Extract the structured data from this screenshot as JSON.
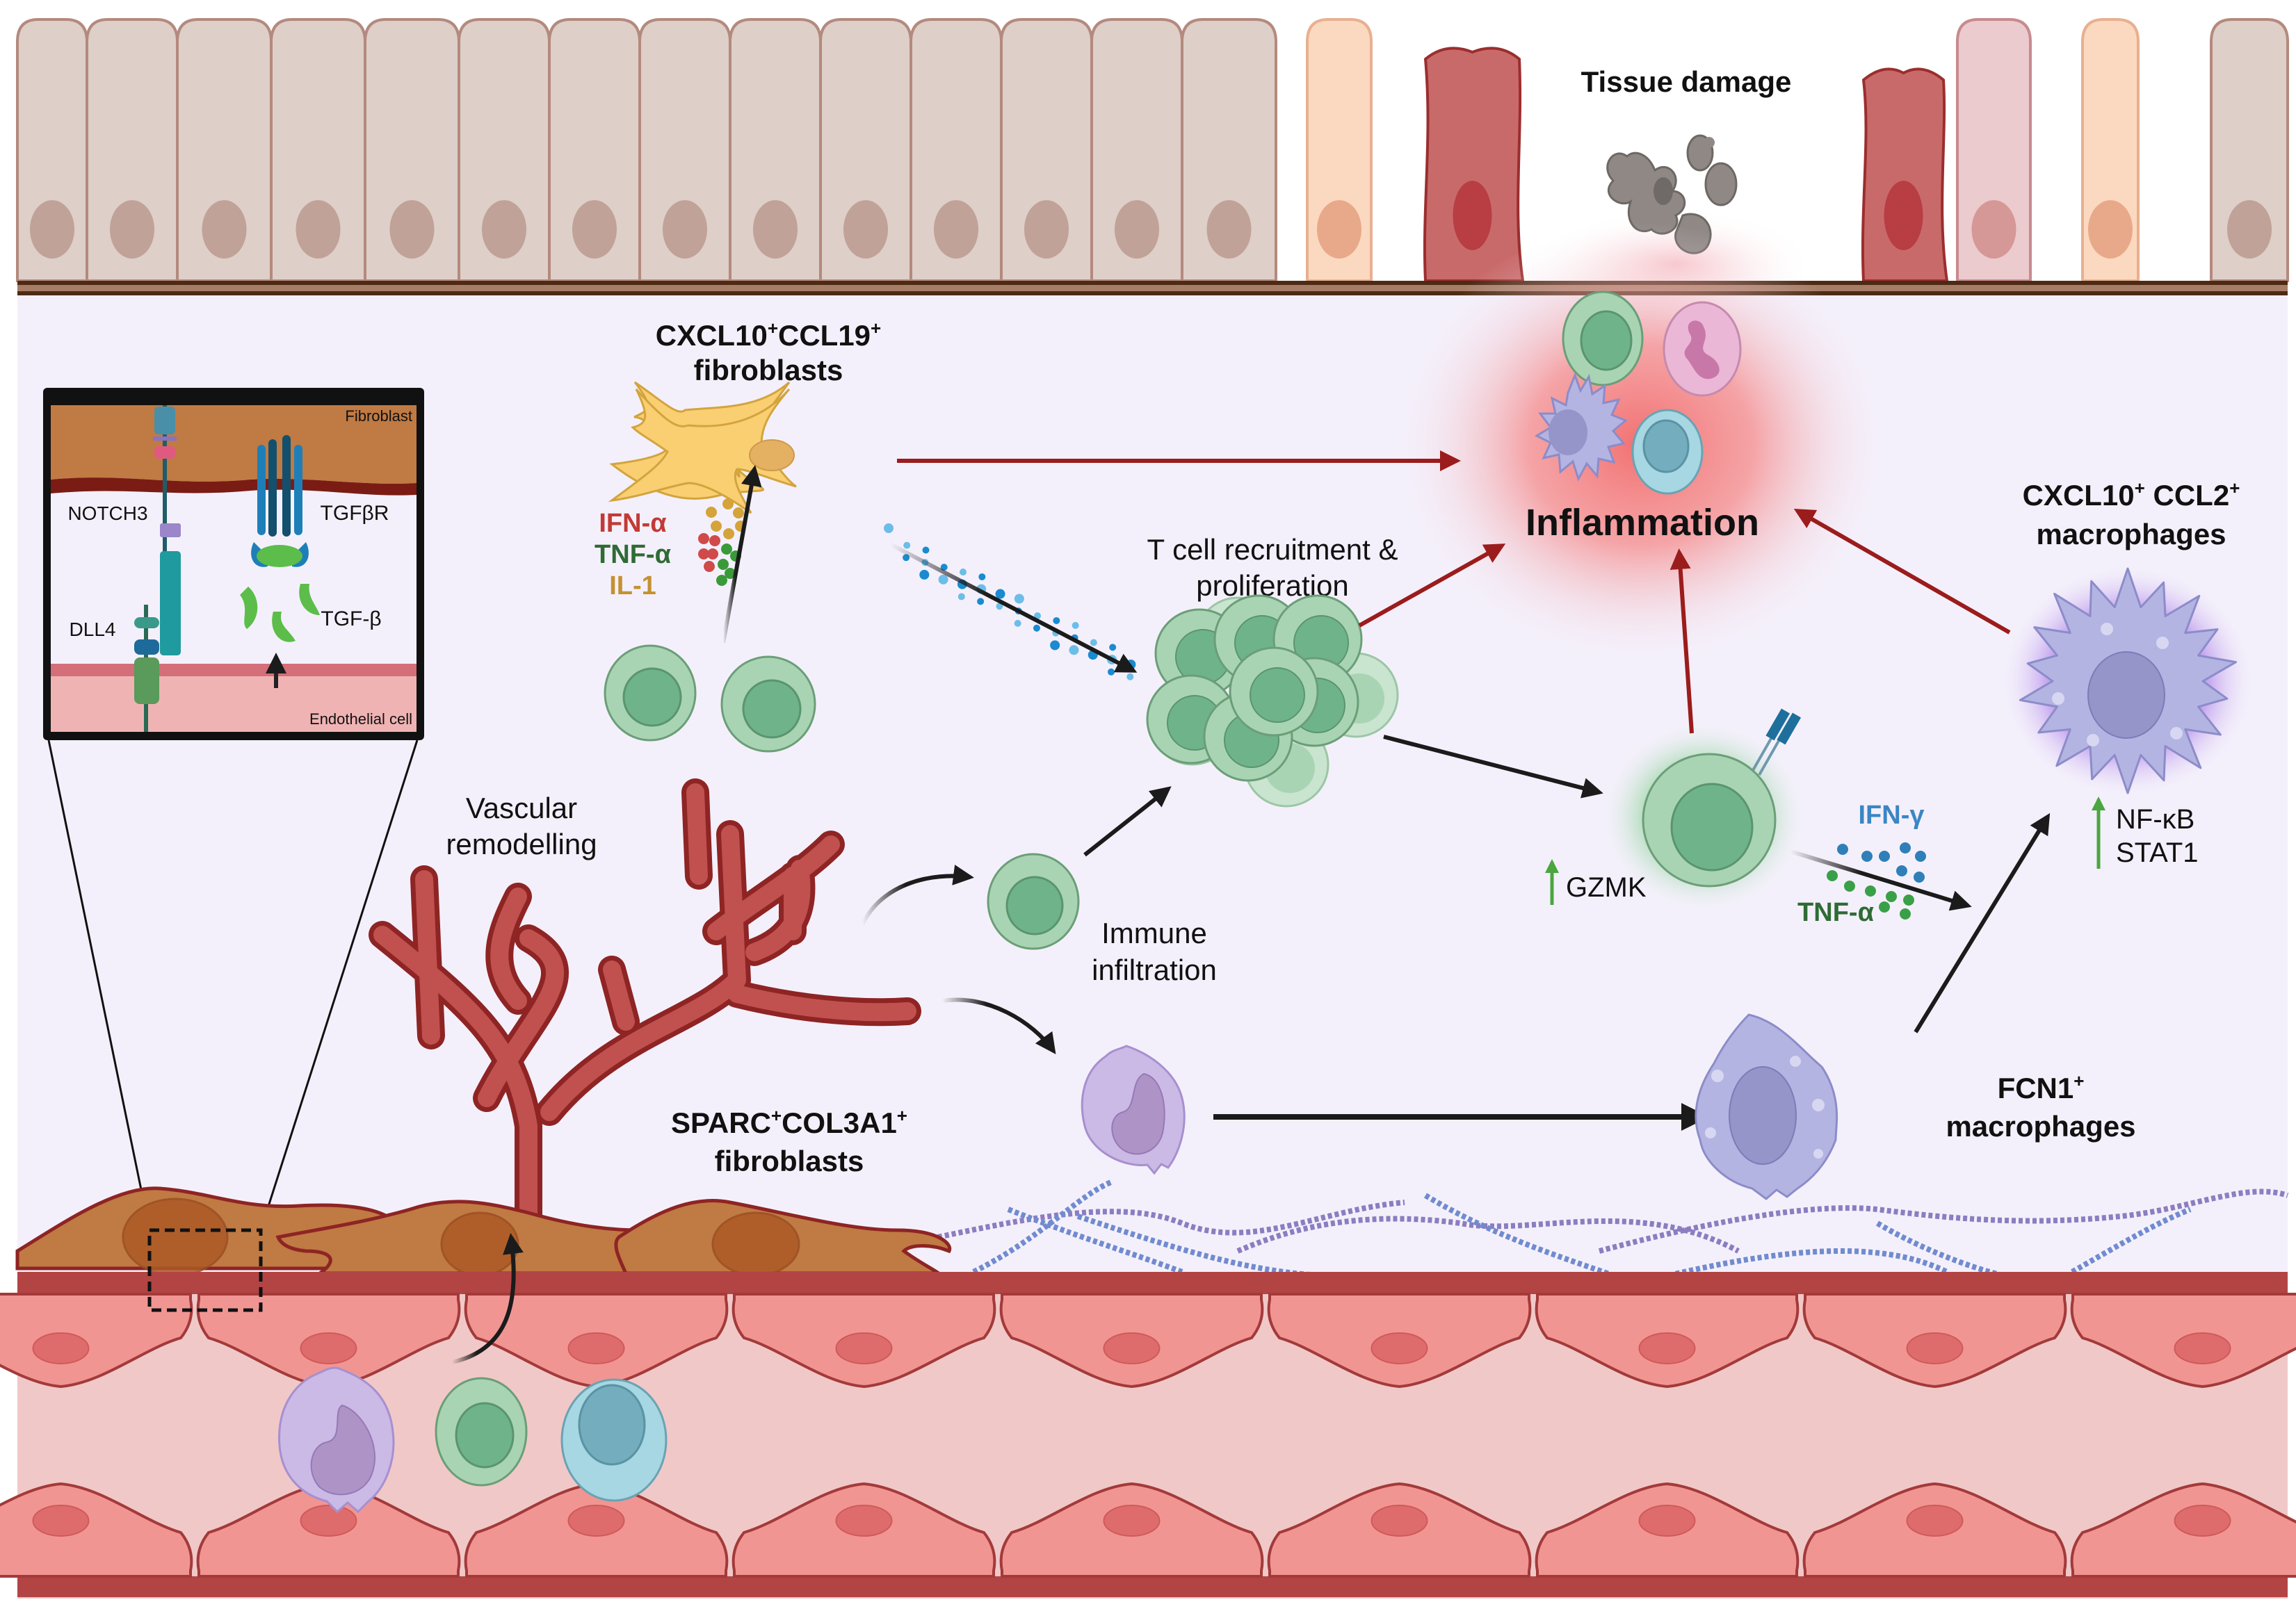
{
  "figure": {
    "title": "Inflammation pathway schematic",
    "colors": {
      "background": "#f4f0fb",
      "epithelium": "#decfc8",
      "epithelium_nucleus": "#c0a298",
      "damaged_cell": "#c96a6a",
      "inflammation_glow": "#f26a6a",
      "fibroblast_yellow": "#f9cf72",
      "fibroblast_brown": "#c07a43",
      "vessel_dark": "#b34444",
      "endothelium": "#f19593",
      "lumen": "#f1c8c8",
      "tcell": "#a9d4b3",
      "tcell_nucleus": "#6fb38a",
      "macrophage": "#b4b4e3",
      "monocyte": "#cbb9e6",
      "red_arrow": "#9b1c1c",
      "black_arrow": "#1b1b1b",
      "up_arrow": "#4aa63e"
    }
  },
  "labels": {
    "tissue_damage": "Tissue damage",
    "inflammation": "Inflammation",
    "cxcl10_ccl19_line1": "CXCL10",
    "cxcl10_ccl19_sup1": "+",
    "cxcl10_ccl19_mid": "CCL19",
    "cxcl10_ccl19_sup2": "+",
    "cxcl10_ccl19_line2": "fibroblasts",
    "cytokine_ifna": "IFN-α",
    "cytokine_tnfa": "TNF-α",
    "cytokine_il1": "IL-1",
    "tcell_recruit_line1": "T cell recruitment &",
    "tcell_recruit_line2": "proliferation",
    "cxcl10_ccl2_line1a": "CXCL10",
    "cxcl10_ccl2_sup1": "+",
    "cxcl10_ccl2_line1b": " CCL2",
    "cxcl10_ccl2_sup2": "+",
    "cxcl10_ccl2_line2": "macrophages",
    "gzmk": "GZMK",
    "ifng": "IFN-γ",
    "tnfa_t": "TNF-α",
    "nfkb": "NF-κB",
    "stat1": "STAT1",
    "vascular_line1": "Vascular",
    "vascular_line2": "remodelling",
    "immune_line1": "Immune",
    "immune_line2": "infiltration",
    "sparc_a": "SPARC",
    "sparc_sup1": "+",
    "sparc_b": "COL3A1",
    "sparc_sup2": "+",
    "sparc_line2": "fibroblasts",
    "fcn1_a": "FCN1",
    "fcn1_sup": "+",
    "fcn1_line2": "macrophages"
  },
  "inset": {
    "fibroblast": "Fibroblast",
    "endothelial": "Endothelial cell",
    "notch3": "NOTCH3",
    "dll4": "DLL4",
    "tgfbr": "TGFβR",
    "tgfb": "TGF-β"
  }
}
